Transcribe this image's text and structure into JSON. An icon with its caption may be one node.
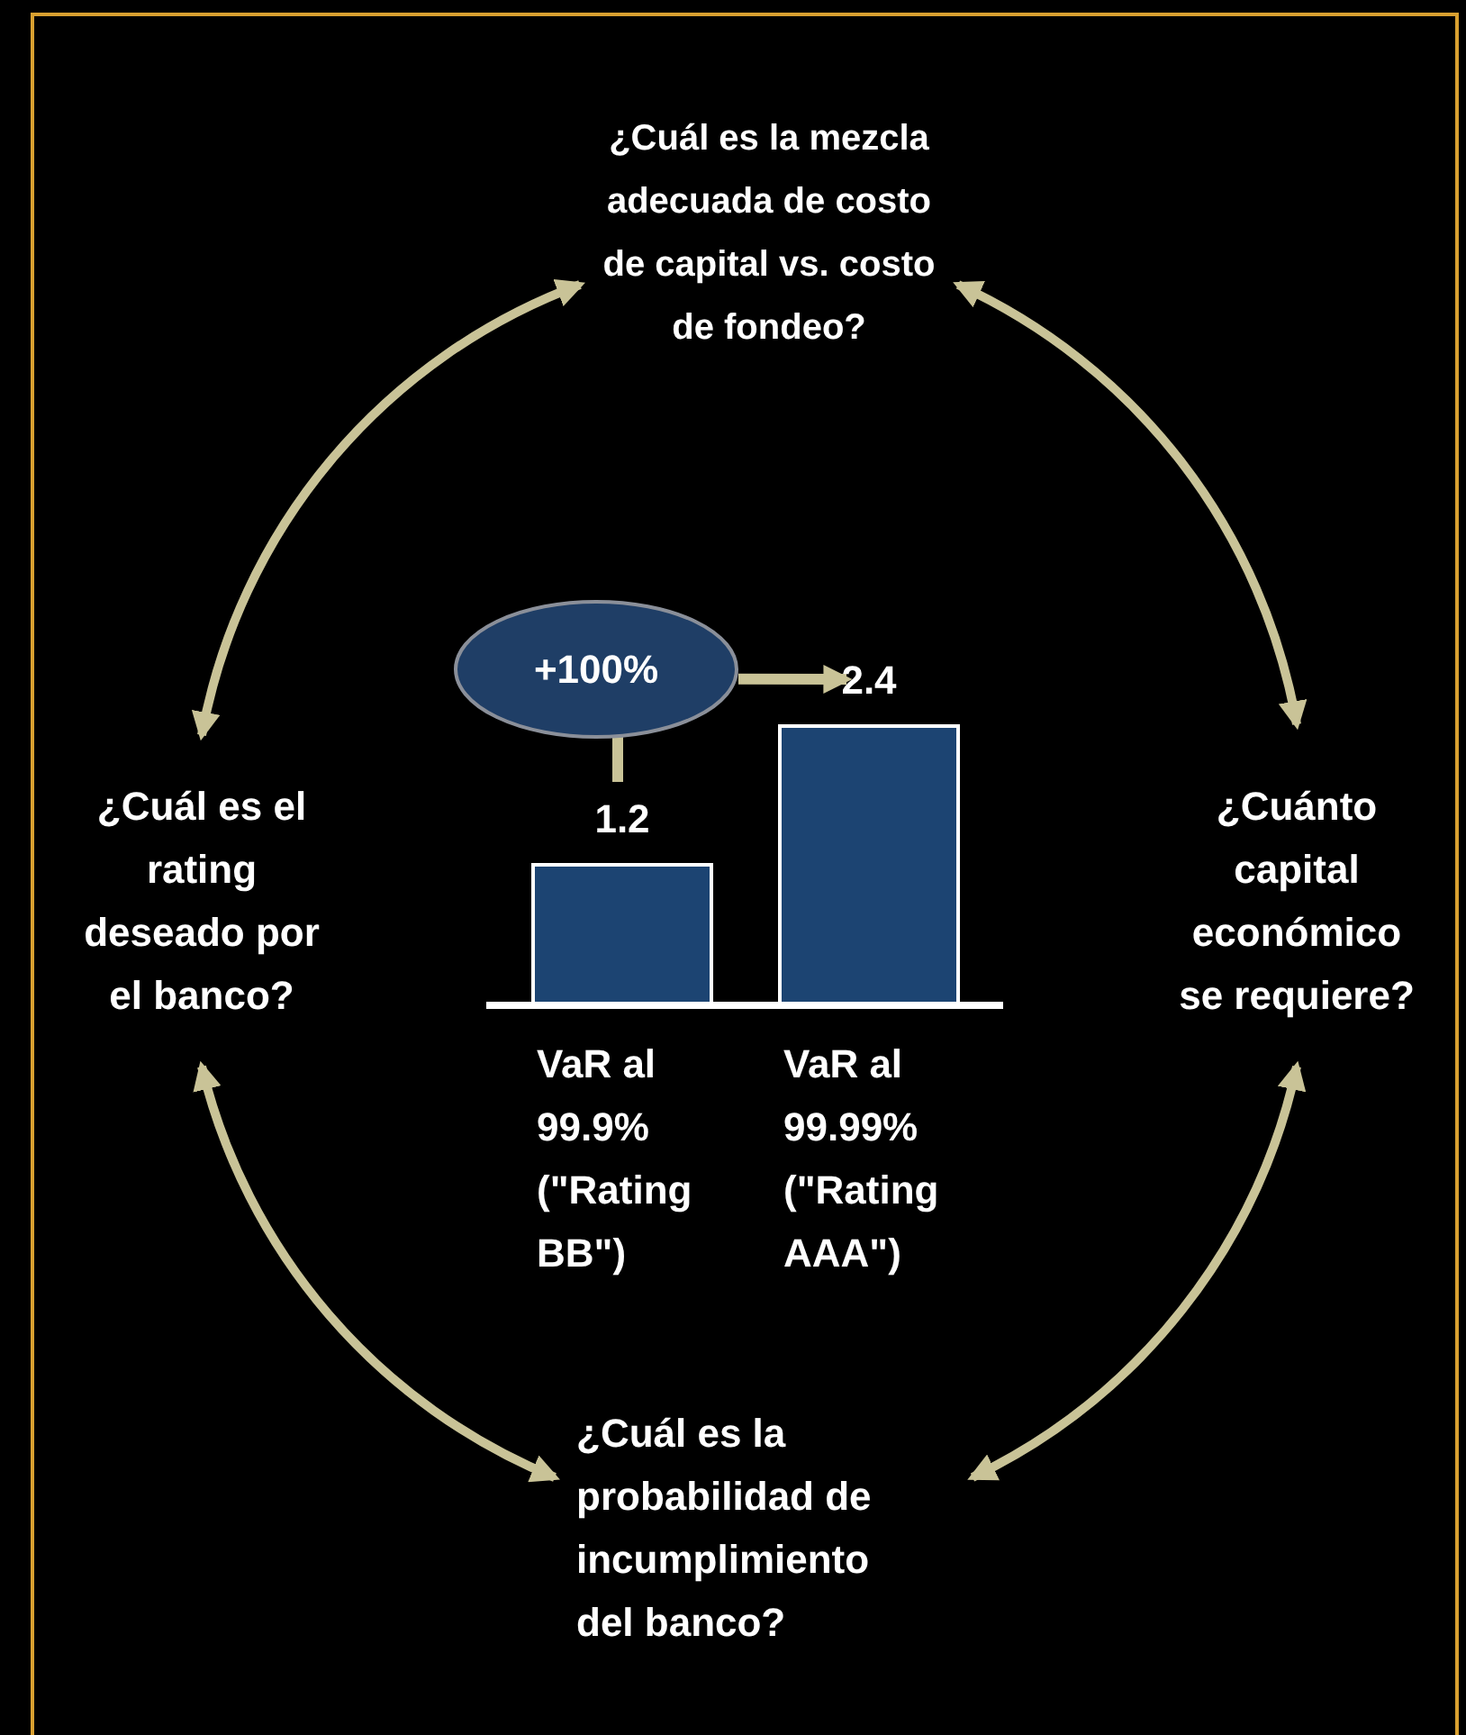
{
  "diagram": {
    "nodes": [
      {
        "text": [
          "¿Cuál es la mezcla adecuada de costo de capital vs. costo de fondeo?"
        ]
      },
      {
        "text": [
          "¿Cuál es el rating deseado por el banco?"
        ]
      },
      {
        "text": [
          "¿Cuánto capital económico se requiere?"
        ]
      },
      {
        "text": [
          "¿Cuál es la probabilidad de incumplimiento del banco?"
        ]
      },
      {
        "text": [
          "+100%"
        ]
      }
    ],
    "edges": [
      {
        "from": 1,
        "to": 0,
        "arrow": "both"
      },
      {
        "from": 0,
        "to": 2,
        "arrow": "both"
      },
      {
        "from": 2,
        "to": 3,
        "arrow": "both"
      },
      {
        "from": 3,
        "to": 1,
        "arrow": "both"
      },
      {
        "from": 4,
        "to": null,
        "arrow": "none"
      },
      {
        "from": 4,
        "to": null,
        "arrow": "to"
      }
    ],
    "chart_data": {
      "type": "bar",
      "categories": [
        "VaR al 99.9% (\"Rating BB\")",
        "VaR al 99.99% (\"Rating AAA\")"
      ],
      "values": [
        1.2,
        2.4
      ],
      "data_labels": true
    }
  }
}
